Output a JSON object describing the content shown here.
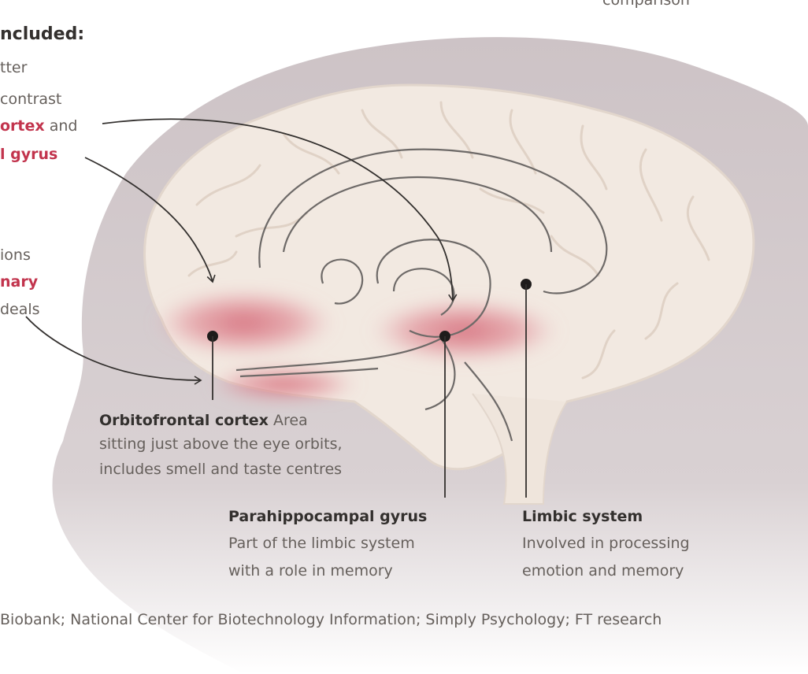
{
  "top_right_fragment": "comparison",
  "left_panel": {
    "heading": "ncluded:",
    "line1": "tter",
    "line2": "contrast",
    "line3_region": "ortex",
    "line3_rest": " and",
    "line4_region": "l gyrus",
    "line5": "ions",
    "line6_region": "nary",
    "line7": "deals"
  },
  "callouts": {
    "orbitofrontal": {
      "title": "Orbitofrontal cortex",
      "desc_inline": " Area",
      "desc_line2": "sitting just above the eye orbits,",
      "desc_line3": "includes smell and taste centres"
    },
    "parahippocampal": {
      "title": "Parahippocampal gyrus",
      "desc_line1": "Part of the limbic system",
      "desc_line2": "with a role in memory"
    },
    "limbic": {
      "title": "Limbic system",
      "desc_line1": "Involved in processing",
      "desc_line2": "emotion and memory"
    }
  },
  "source": "Biobank; National Center for Biotechnology Information; Simply Psychology; FT research",
  "colors": {
    "head": "#cfc5c7",
    "brain": "#f2e9e1",
    "brain_outline": "#e2d6cc",
    "highlight": "#d97484",
    "accent_red": "#c2344d",
    "line": "#33302e"
  }
}
